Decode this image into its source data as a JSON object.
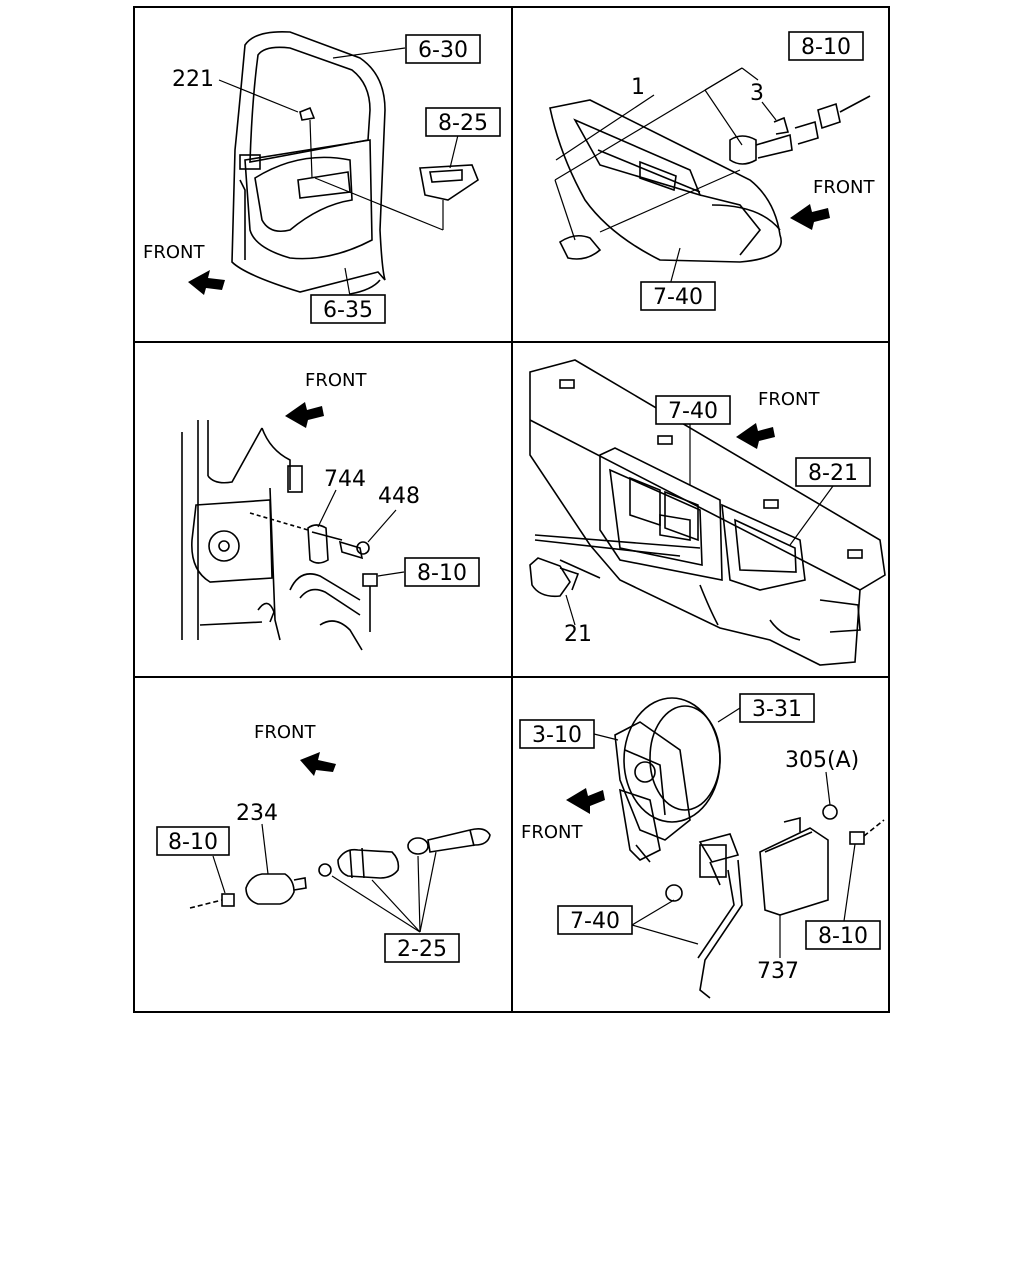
{
  "panels": [
    {
      "id": "door-panel",
      "front": "FRONT",
      "refs": [
        "6-30",
        "8-25",
        "6-35"
      ],
      "parts": [
        "221"
      ]
    },
    {
      "id": "dash-switch-panel",
      "front": "FRONT",
      "refs": [
        "8-10",
        "7-40"
      ],
      "parts": [
        "1",
        "3"
      ]
    },
    {
      "id": "door-switch-panel",
      "front": "FRONT",
      "refs": [
        "8-10"
      ],
      "parts": [
        "744",
        "448"
      ]
    },
    {
      "id": "instrument-panel",
      "front": "FRONT",
      "refs": [
        "7-40",
        "8-21"
      ],
      "parts": [
        "21"
      ]
    },
    {
      "id": "transmission-sensor-panel",
      "front": "FRONT",
      "refs": [
        "8-10",
        "2-25"
      ],
      "parts": [
        "234"
      ]
    },
    {
      "id": "brake-booster-panel",
      "front": "FRONT",
      "refs": [
        "3-31",
        "3-10",
        "7-40",
        "8-10"
      ],
      "parts": [
        "305(A)",
        "737"
      ]
    }
  ]
}
